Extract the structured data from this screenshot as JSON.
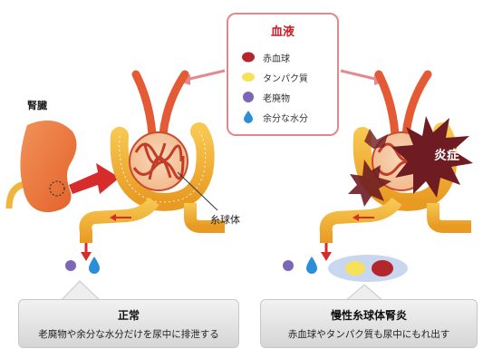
{
  "legend": {
    "title": "血液",
    "items": [
      {
        "label": "赤血球",
        "icon": "red-blood-cell-icon"
      },
      {
        "label": "タンパク質",
        "icon": "protein-icon"
      },
      {
        "label": "老廃物",
        "icon": "waste-icon"
      },
      {
        "label": "余分な水分",
        "icon": "water-drop-icon"
      }
    ]
  },
  "labels": {
    "kidney": "腎臓",
    "glomerulus": "糸球体",
    "inflammation": "炎症"
  },
  "normal": {
    "title": "正常",
    "description": "老廃物や余分な水分だけを尿中に排泄する"
  },
  "disease": {
    "title": "慢性糸球体腎炎",
    "description": "赤血球やタンパク質も尿中にもれ出す"
  },
  "colors": {
    "accent_red": "#d62c2c",
    "vessel": "#e35a34",
    "tubule": "#f2b53c",
    "legend_border": "#e2888a",
    "kidney": "#ec7b3c",
    "inflammation": "#6e1c22"
  }
}
